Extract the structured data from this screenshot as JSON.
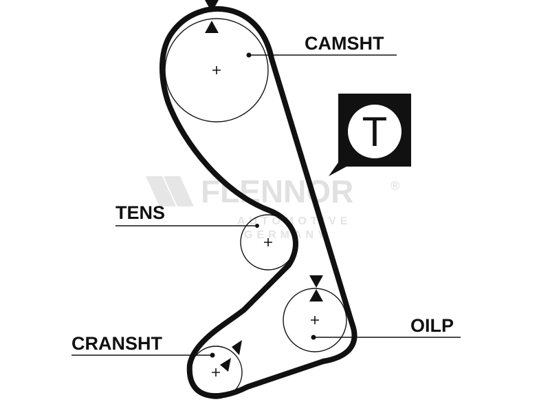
{
  "labels": {
    "camshaft": "CAMSHT",
    "tensioner": "TENS",
    "oil_pump": "OILP",
    "crankshaft": "CRANSHT"
  },
  "tensioner_badge": {
    "letter": "T"
  },
  "watermark": {
    "brand": "FLENNOR",
    "registered": "®",
    "line1": "AUTOMOTIVE",
    "line2": "GERMANY"
  },
  "colors": {
    "ink": "#111111",
    "watermark": "#cfcfcf"
  }
}
